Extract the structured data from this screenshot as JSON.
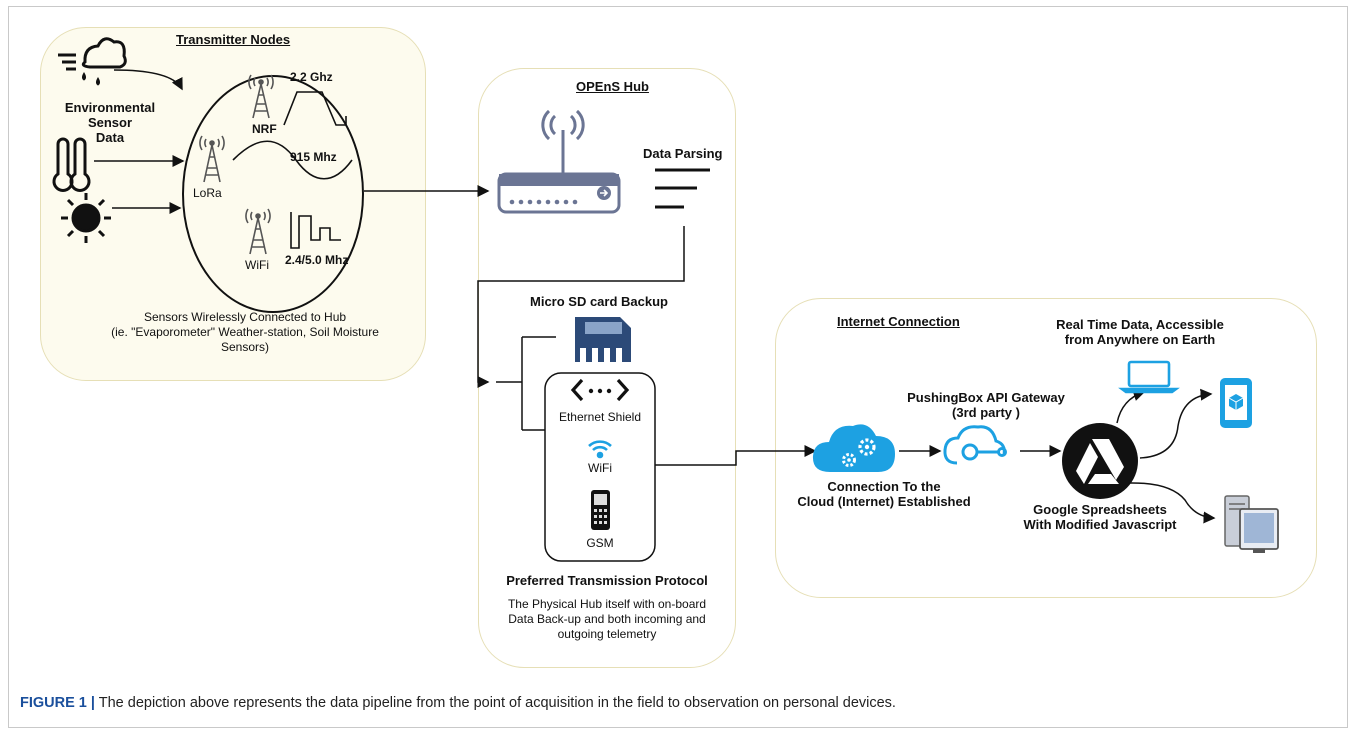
{
  "caption": {
    "label": "FIGURE 1 |",
    "text": "The depiction above represents the data pipeline from the point of acquisition in the field to observation on personal devices."
  },
  "transmitter": {
    "title": "Transmitter Nodes",
    "env_label_1": "Environmental",
    "env_label_2": "Sensor",
    "env_label_3": "Data",
    "nrf_label": "NRF",
    "nrf_freq": "2.2 Ghz",
    "lora_label": "LoRa",
    "lora_freq": "915 Mhz",
    "wifi_label": "WiFi",
    "wifi_freq": "2.4/5.0 Mhz",
    "desc_1": "Sensors Wirelessly Connected to Hub",
    "desc_2": "(ie. \"Evaporometer\" Weather-station, Soil Moisture",
    "desc_3": "Sensors)"
  },
  "hub": {
    "title": "OPEnS Hub",
    "parsing": "Data Parsing",
    "sd_backup": "Micro SD card Backup",
    "ethernet": "Ethernet Shield",
    "wifi": "WiFi",
    "gsm": "GSM",
    "protocol_title": "Preferred Transmission Protocol",
    "desc_1": "The Physical Hub itself with on-board",
    "desc_2": "Data Back-up and both incoming and",
    "desc_3": "outgoing telemetry"
  },
  "internet": {
    "title": "Internet Connection",
    "realtime_1": "Real Time Data, Accessible",
    "realtime_2": "from Anywhere on Earth",
    "gateway_1": "PushingBox API Gateway",
    "gateway_2": "(3rd party )",
    "cloud_1": "Connection To the",
    "cloud_2": "Cloud (Internet) Established",
    "sheets_1": "Google Spreadsheets",
    "sheets_2": "With Modified Javascript"
  },
  "colors": {
    "accent_blue": "#1da1e2",
    "panel_border": "#e6dfb6",
    "caption_blue": "#1a4f9c"
  }
}
